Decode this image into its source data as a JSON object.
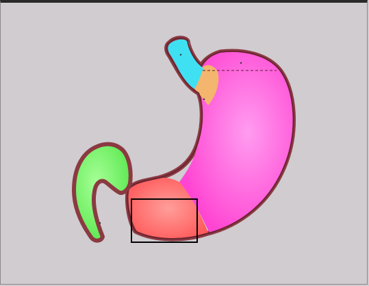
{
  "diagram": {
    "subject": "stomach anatomy",
    "regions": [
      {
        "name": "esophagus",
        "color": "#3fe0f2"
      },
      {
        "name": "cardia",
        "color": "#f4b56e"
      },
      {
        "name": "fundus-and-body",
        "color": "#ff55d8"
      },
      {
        "name": "pyloric-antrum",
        "color": "#ff6a68"
      },
      {
        "name": "duodenum",
        "color": "#6cf05a"
      }
    ],
    "outline_color": "#8b3a42",
    "background_color": "#d0ccd0",
    "highlight_box": {
      "color": "#000000",
      "region": "pyloric-antrum"
    },
    "guide_line": {
      "style": "dashed",
      "region": "fundus-and-body"
    }
  }
}
